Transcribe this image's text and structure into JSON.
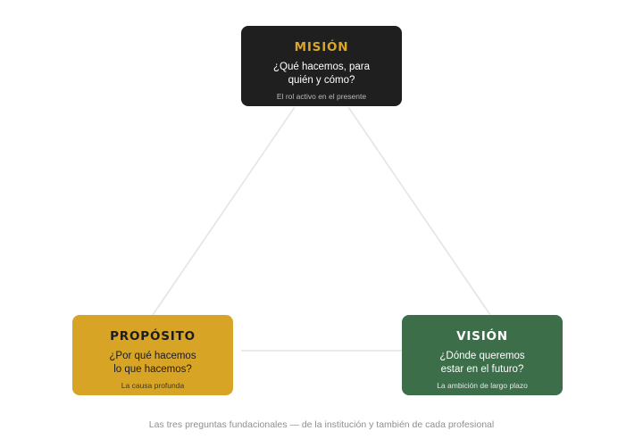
{
  "cards": {
    "mision": {
      "title": "MISIÓN",
      "question_line1": "¿Qué hacemos, para",
      "question_line2": "quién y cómo?",
      "note": "El rol activo en el presente",
      "background": "#1f1f1f",
      "title_color": "#d9a52a"
    },
    "proposito": {
      "title": "PROPÓSITO",
      "question_line1": "¿Por qué hacemos",
      "question_line2": "lo que hacemos?",
      "note": "La causa profunda",
      "background": "#d7a425",
      "title_color": "#1c1c1c"
    },
    "vision": {
      "title": "VISIÓN",
      "question_line1": "¿Dónde queremos",
      "question_line2": "estar en el futuro?",
      "note": "La ambición de largo plazo",
      "background": "#3c6e4a",
      "title_color": "#ffffff"
    }
  },
  "connector_color": "#e6e4df",
  "caption": "Las tres preguntas fundacionales — de la institución y también de cada profesional"
}
